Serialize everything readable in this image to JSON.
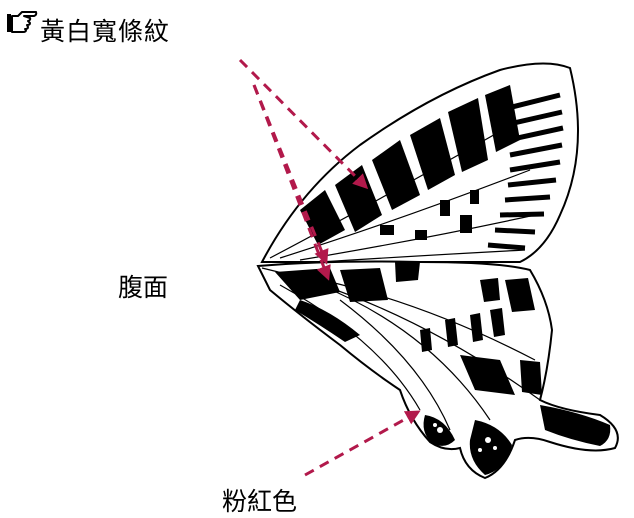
{
  "labels": {
    "title": "黃白寬條紋",
    "ventral": "腹面",
    "pink": "粉紅色"
  },
  "colors": {
    "arrow": "#b2194b",
    "ink": "#000000"
  },
  "icons": {
    "pointer": "pointing-hand-icon"
  }
}
